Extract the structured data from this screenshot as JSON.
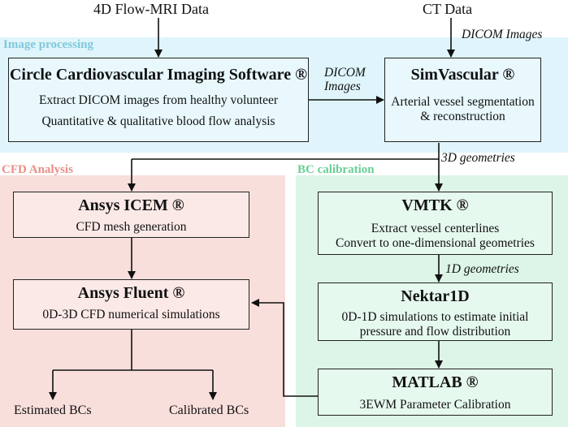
{
  "inputs": {
    "flow_mri": "4D Flow-MRI  Data",
    "ct": "CT Data"
  },
  "regions": {
    "image_processing": {
      "label": "Image processing",
      "color": "#dff5fb",
      "label_color": "#7fc8dc"
    },
    "cfd_analysis": {
      "label": "CFD Analysis",
      "color": "#f8dfdc",
      "label_color": "#e98f86"
    },
    "bc_calibration": {
      "label": "BC calibration",
      "color": "#dcf5e6",
      "label_color": "#67cf94"
    }
  },
  "boxes": {
    "circle": {
      "title": "Circle Cardiovascular Imaging Software ®",
      "line1": "Extract DICOM images from healthy volunteer",
      "line2": "Quantitative & qualitative blood flow analysis"
    },
    "simvascular": {
      "title": "SimVascular ®",
      "line1": "Arterial vessel segmentation",
      "line2": "& reconstruction"
    },
    "icem": {
      "title": "Ansys ICEM ®",
      "line1": "CFD mesh generation"
    },
    "fluent": {
      "title": "Ansys Fluent ®",
      "line1": "0D-3D CFD numerical simulations"
    },
    "vmtk": {
      "title": "VMTK ®",
      "line1": "Extract vessel centerlines",
      "line2": "Convert to one-dimensional geometries"
    },
    "nektar": {
      "title": "Nektar1D",
      "line1": "0D-1D simulations to estimate initial",
      "line2": "pressure and flow distribution"
    },
    "matlab": {
      "title": "MATLAB ®",
      "line1": "3EWM Parameter Calibration"
    }
  },
  "edge_labels": {
    "dicom_top": "DICOM Images",
    "dicom_mid_1": "DICOM",
    "dicom_mid_2": "Images",
    "geo_3d": "3D geometries",
    "geo_1d": "1D geometries"
  },
  "outputs": {
    "estimated": "Estimated BCs",
    "calibrated": "Calibrated BCs"
  }
}
